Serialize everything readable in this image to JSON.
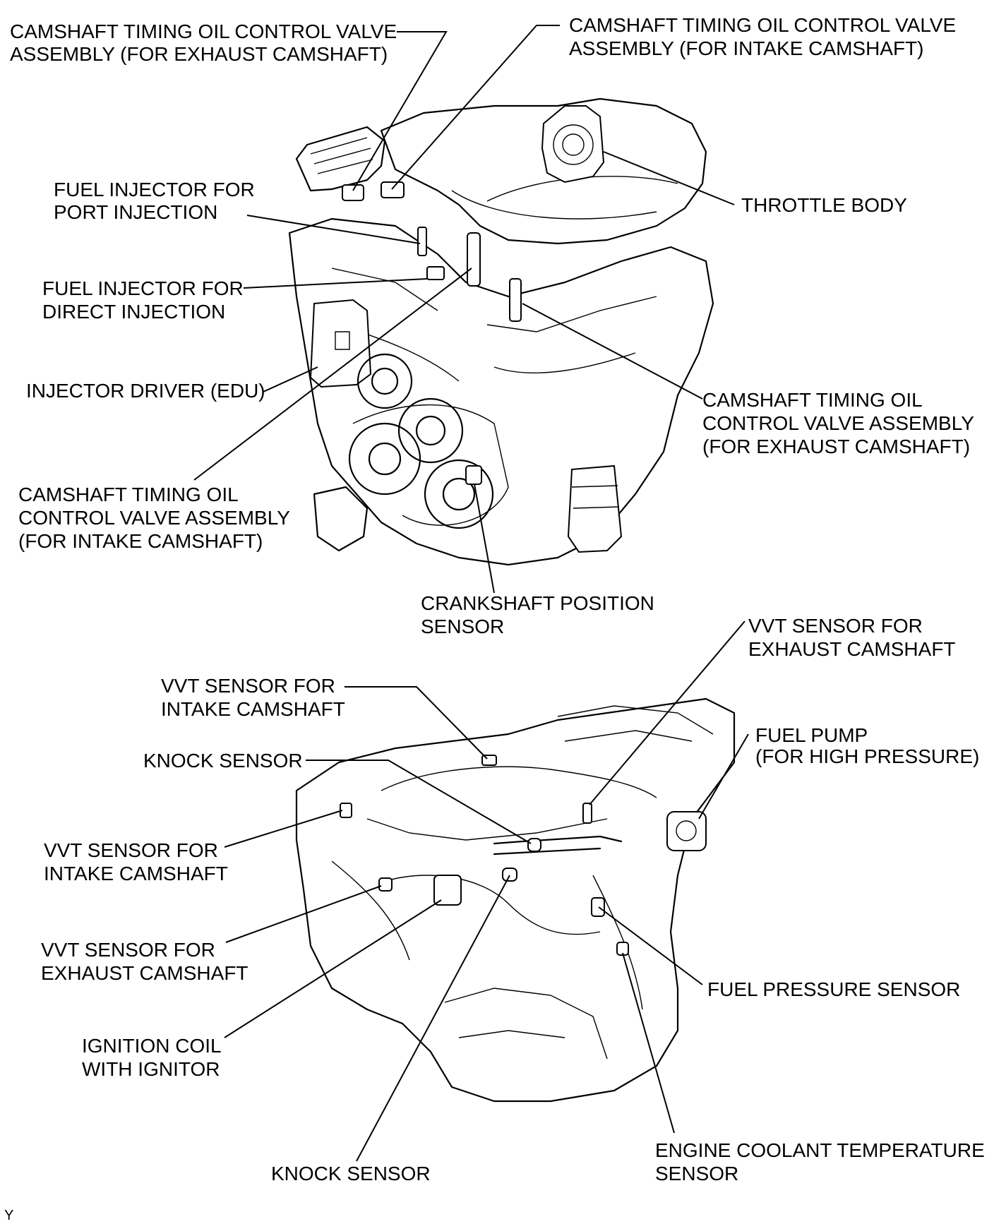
{
  "labels": {
    "top_left_exhaust_ocv": [
      "CAMSHAFT TIMING OIL CONTROL VALVE",
      "ASSEMBLY (FOR EXHAUST CAMSHAFT)"
    ],
    "top_right_intake_ocv": [
      "CAMSHAFT TIMING OIL CONTROL VALVE",
      "ASSEMBLY (FOR INTAKE CAMSHAFT)"
    ],
    "throttle_body": [
      "THROTTLE BODY"
    ],
    "port_injector": [
      "FUEL INJECTOR FOR",
      "PORT INJECTION"
    ],
    "direct_injector": [
      "FUEL INJECTOR FOR",
      "DIRECT INJECTION"
    ],
    "injector_driver": [
      "INJECTOR DRIVER (EDU)"
    ],
    "right_exhaust_ocv": [
      "CAMSHAFT TIMING OIL",
      "CONTROL VALVE ASSEMBLY",
      "(FOR EXHAUST CAMSHAFT)"
    ],
    "left_intake_ocv": [
      "CAMSHAFT TIMING OIL",
      "CONTROL VALVE ASSEMBLY",
      "(FOR INTAKE CAMSHAFT)"
    ],
    "crankshaft_sensor": [
      "CRANKSHAFT POSITION",
      "SENSOR"
    ],
    "vvt_exhaust_right": [
      "VVT SENSOR FOR",
      "EXHAUST CAMSHAFT"
    ],
    "vvt_intake_top": [
      "VVT SENSOR FOR",
      "INTAKE CAMSHAFT"
    ],
    "fuel_pump": [
      "FUEL PUMP",
      "(FOR HIGH PRESSURE)"
    ],
    "knock_sensor_top": [
      "KNOCK SENSOR"
    ],
    "vvt_intake_left": [
      "VVT SENSOR FOR",
      "INTAKE CAMSHAFT"
    ],
    "vvt_exhaust_left": [
      "VVT SENSOR FOR",
      "EXHAUST CAMSHAFT"
    ],
    "fuel_pressure_sensor": [
      "FUEL PRESSURE SENSOR"
    ],
    "ignition_coil": [
      "IGNITION COIL",
      "WITH IGNITOR"
    ],
    "knock_sensor_bottom": [
      "KNOCK SENSOR"
    ],
    "coolant_temp_sensor": [
      "ENGINE COOLANT TEMPERATURE",
      "SENSOR"
    ]
  },
  "corner_mark": "Y"
}
